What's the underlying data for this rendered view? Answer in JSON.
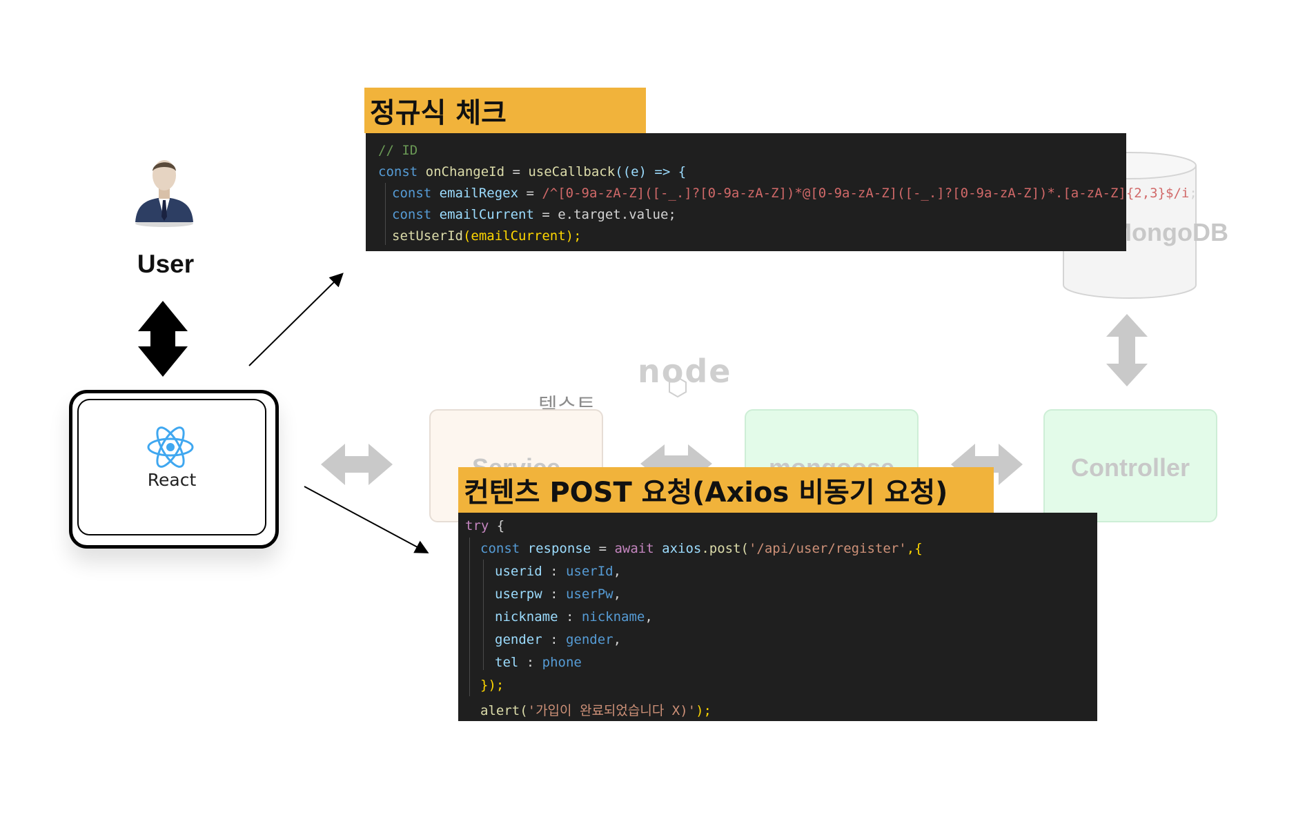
{
  "user": {
    "label": "User"
  },
  "react": {
    "label": "React"
  },
  "node": {
    "label": "node"
  },
  "text_label": "텍스트",
  "boxes": {
    "service": "Service",
    "mongoose": "mongoose",
    "controller": "Controller"
  },
  "mongodb": {
    "label": "MongoDB"
  },
  "regex_panel": {
    "header": "정규식 체크",
    "lines": {
      "comment": "// ID",
      "l2_kw": "const ",
      "l2_fn": "onChangeId",
      "l2_op": " = ",
      "l2_fn2": "useCallback",
      "l2_rest": "((e) => {",
      "l3_kw": "const ",
      "l3_var": "emailRegex",
      "l3_op": " = ",
      "l3_regex": "/^[0-9a-zA-Z]([-_.]?[0-9a-zA-Z])*@[0-9a-zA-Z]([-_.]?[0-9a-zA-Z])*.[a-zA-Z]{2,3}$/i",
      "l3_end": ";",
      "l4_kw": "const ",
      "l4_var": "emailCurrent",
      "l4_rest": " = e.target.value;",
      "l5_fn": "setUserId",
      "l5_arg": "(emailCurrent);"
    }
  },
  "post_panel": {
    "header": "컨텐츠 POST 요청(Axios 비동기 요청)",
    "lines": {
      "l1_kw": "try",
      "l1_rest": " {",
      "l2_kw": "const ",
      "l2_var": "response",
      "l2_op": " = ",
      "l2_kw2": "await ",
      "l2_obj": "axios",
      "l2_fn": ".post(",
      "l2_str": "'/api/user/register'",
      "l2_end": ",{",
      "f1_key": "userid",
      "f1_val": "userId",
      "f2_key": "userpw",
      "f2_val": "userPw",
      "f3_key": "nickname",
      "f3_val": "nickname",
      "f4_key": "gender",
      "f4_val": "gender",
      "f5_key": "tel",
      "f5_val": "phone",
      "sep": " : ",
      "comma": ",",
      "close": "});",
      "alert_fn": "alert(",
      "alert_str": "'가입이 완료되었습니다 X)'",
      "alert_end": ");"
    }
  }
}
